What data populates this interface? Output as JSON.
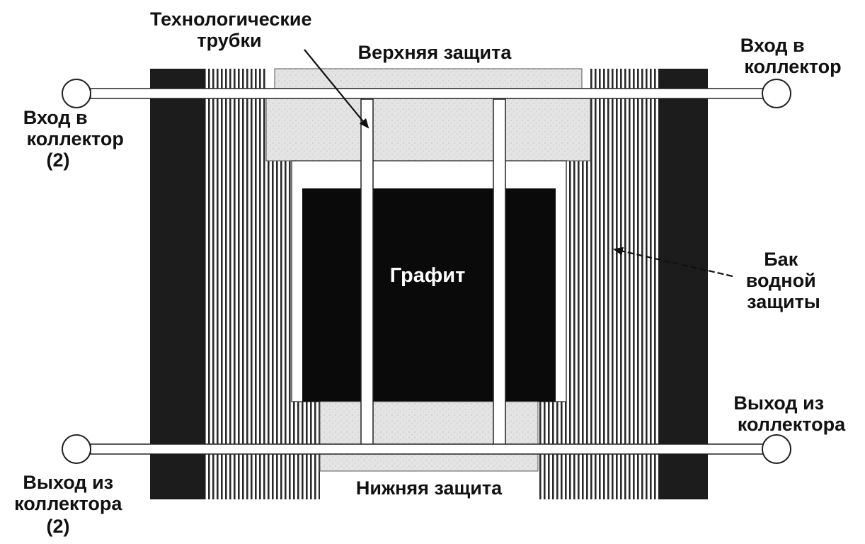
{
  "labels": {
    "tech_tubes": [
      "Технологические",
      "трубки"
    ],
    "top_shield": "Верхняя защита",
    "inlet_right": [
      "Вход в",
      "коллектор"
    ],
    "inlet_left": [
      "Вход в",
      "коллектор",
      "(2)"
    ],
    "graphite": "Графит",
    "water_tank": [
      "Бак",
      "водной",
      "защиты"
    ],
    "outlet_right": [
      "Выход из",
      "коллектора"
    ],
    "outlet_left": [
      "Выход из",
      "коллектора",
      "(2)"
    ],
    "bottom_shield": "Нижняя защита"
  },
  "colors": {
    "outer_wall": "#1c1c1c",
    "graphite": "#0a0a0a",
    "shield": "#e4e4e4",
    "stripe": "#2a2a2a",
    "background": "#ffffff"
  }
}
